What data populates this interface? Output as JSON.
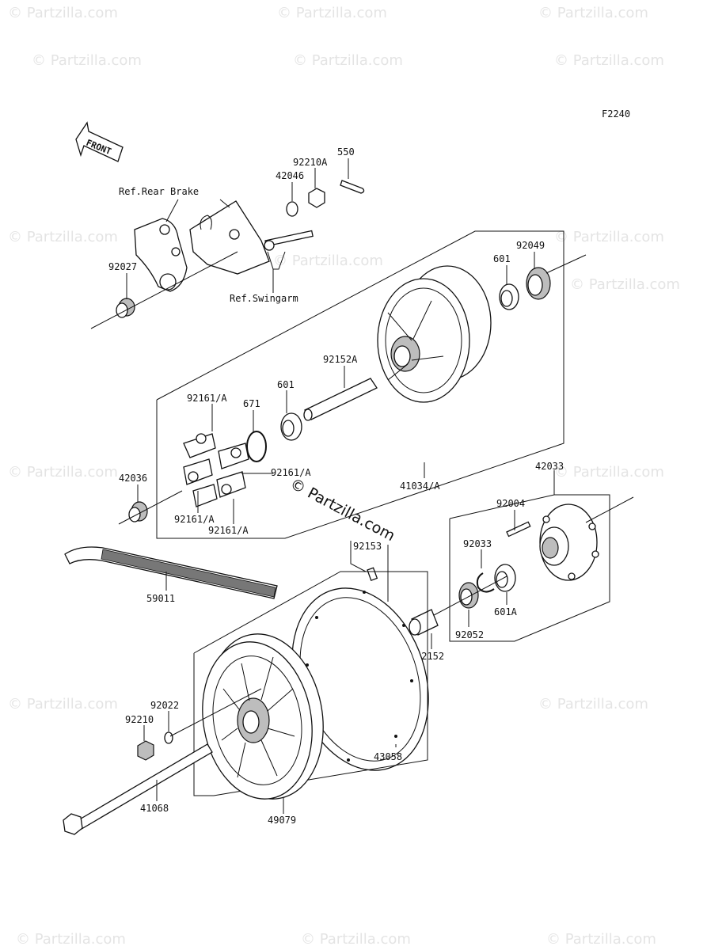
{
  "figure_code": "F2240",
  "front_label": "FRONT",
  "watermark": "© Partzilla.com",
  "center_watermark": "© Partzilla.com",
  "refs": {
    "rear_brake": "Ref.Rear Brake",
    "swingarm": "Ref.Swingarm"
  },
  "callouts": {
    "p550": "550",
    "p92210A": "92210A",
    "p42046": "42046",
    "p92027": "92027",
    "p92049": "92049",
    "p601_top": "601",
    "p92152A": "92152A",
    "p601_mid": "601",
    "p92161A_1": "92161/A",
    "p671": "671",
    "p42036": "42036",
    "p92161A_2": "92161/A",
    "p92161A_3": "92161/A",
    "p92161A_4": "92161/A",
    "p41034A": "41034/A",
    "p42033": "42033",
    "p92004": "92004",
    "p92153": "92153",
    "p92033": "92033",
    "p59011": "59011",
    "p601A": "601A",
    "p92052": "92052",
    "p92152": "92152",
    "p92022": "92022",
    "p92210": "92210",
    "p43058": "43058",
    "p41068": "41068",
    "p49079": "49079"
  }
}
